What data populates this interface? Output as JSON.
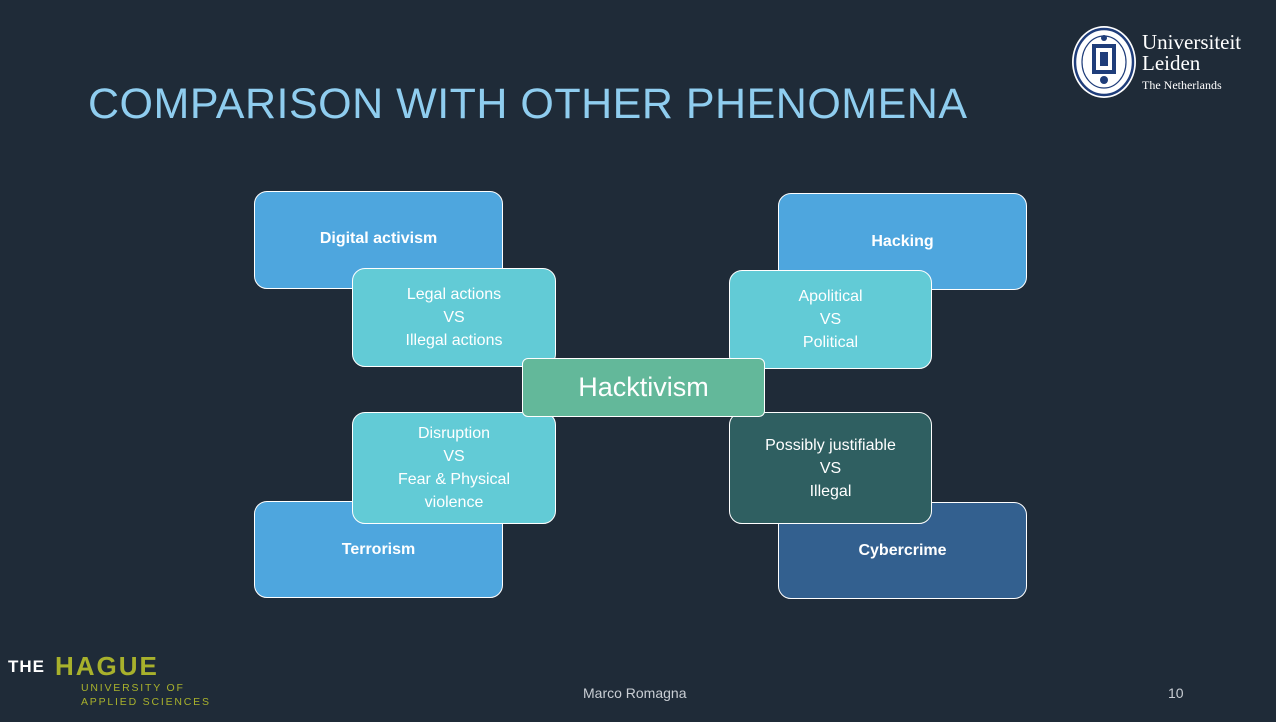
{
  "slide": {
    "title": "COMPARISON WITH OTHER PHENOMENA",
    "author": "Marco Romagna",
    "page_number": "10"
  },
  "logos": {
    "leiden": {
      "line1": "Universiteit",
      "line2": "Leiden",
      "line3": "The Netherlands"
    },
    "hague": {
      "the": "THE",
      "name": "HAGUE",
      "line1": "UNIVERSITY OF",
      "line2": "APPLIED SCIENCES"
    }
  },
  "diagram": {
    "center": "Hacktivism",
    "corners": {
      "top_left": "Digital activism",
      "top_right": "Hacking",
      "bottom_left": "Terrorism",
      "bottom_right": "Cybercrime"
    },
    "comparisons": {
      "top_left": [
        "Legal actions",
        "VS",
        "Illegal actions"
      ],
      "top_right": [
        "Apolitical",
        "VS",
        "Political"
      ],
      "bottom_left": [
        "Disruption",
        "VS",
        "Fear & Physical",
        "violence"
      ],
      "bottom_right": [
        "Possibly justifiable",
        "VS",
        "Illegal"
      ]
    }
  },
  "colors": {
    "background": "#1f2b38",
    "title": "#8fcdef",
    "corner_box": "#4ea6de",
    "corner_box_dark": "#33608f",
    "comparison_box": "#62cbd6",
    "comparison_box_dark": "#2f5f61",
    "center_box": "#63b89a",
    "hague_brand": "#a8b12c"
  }
}
